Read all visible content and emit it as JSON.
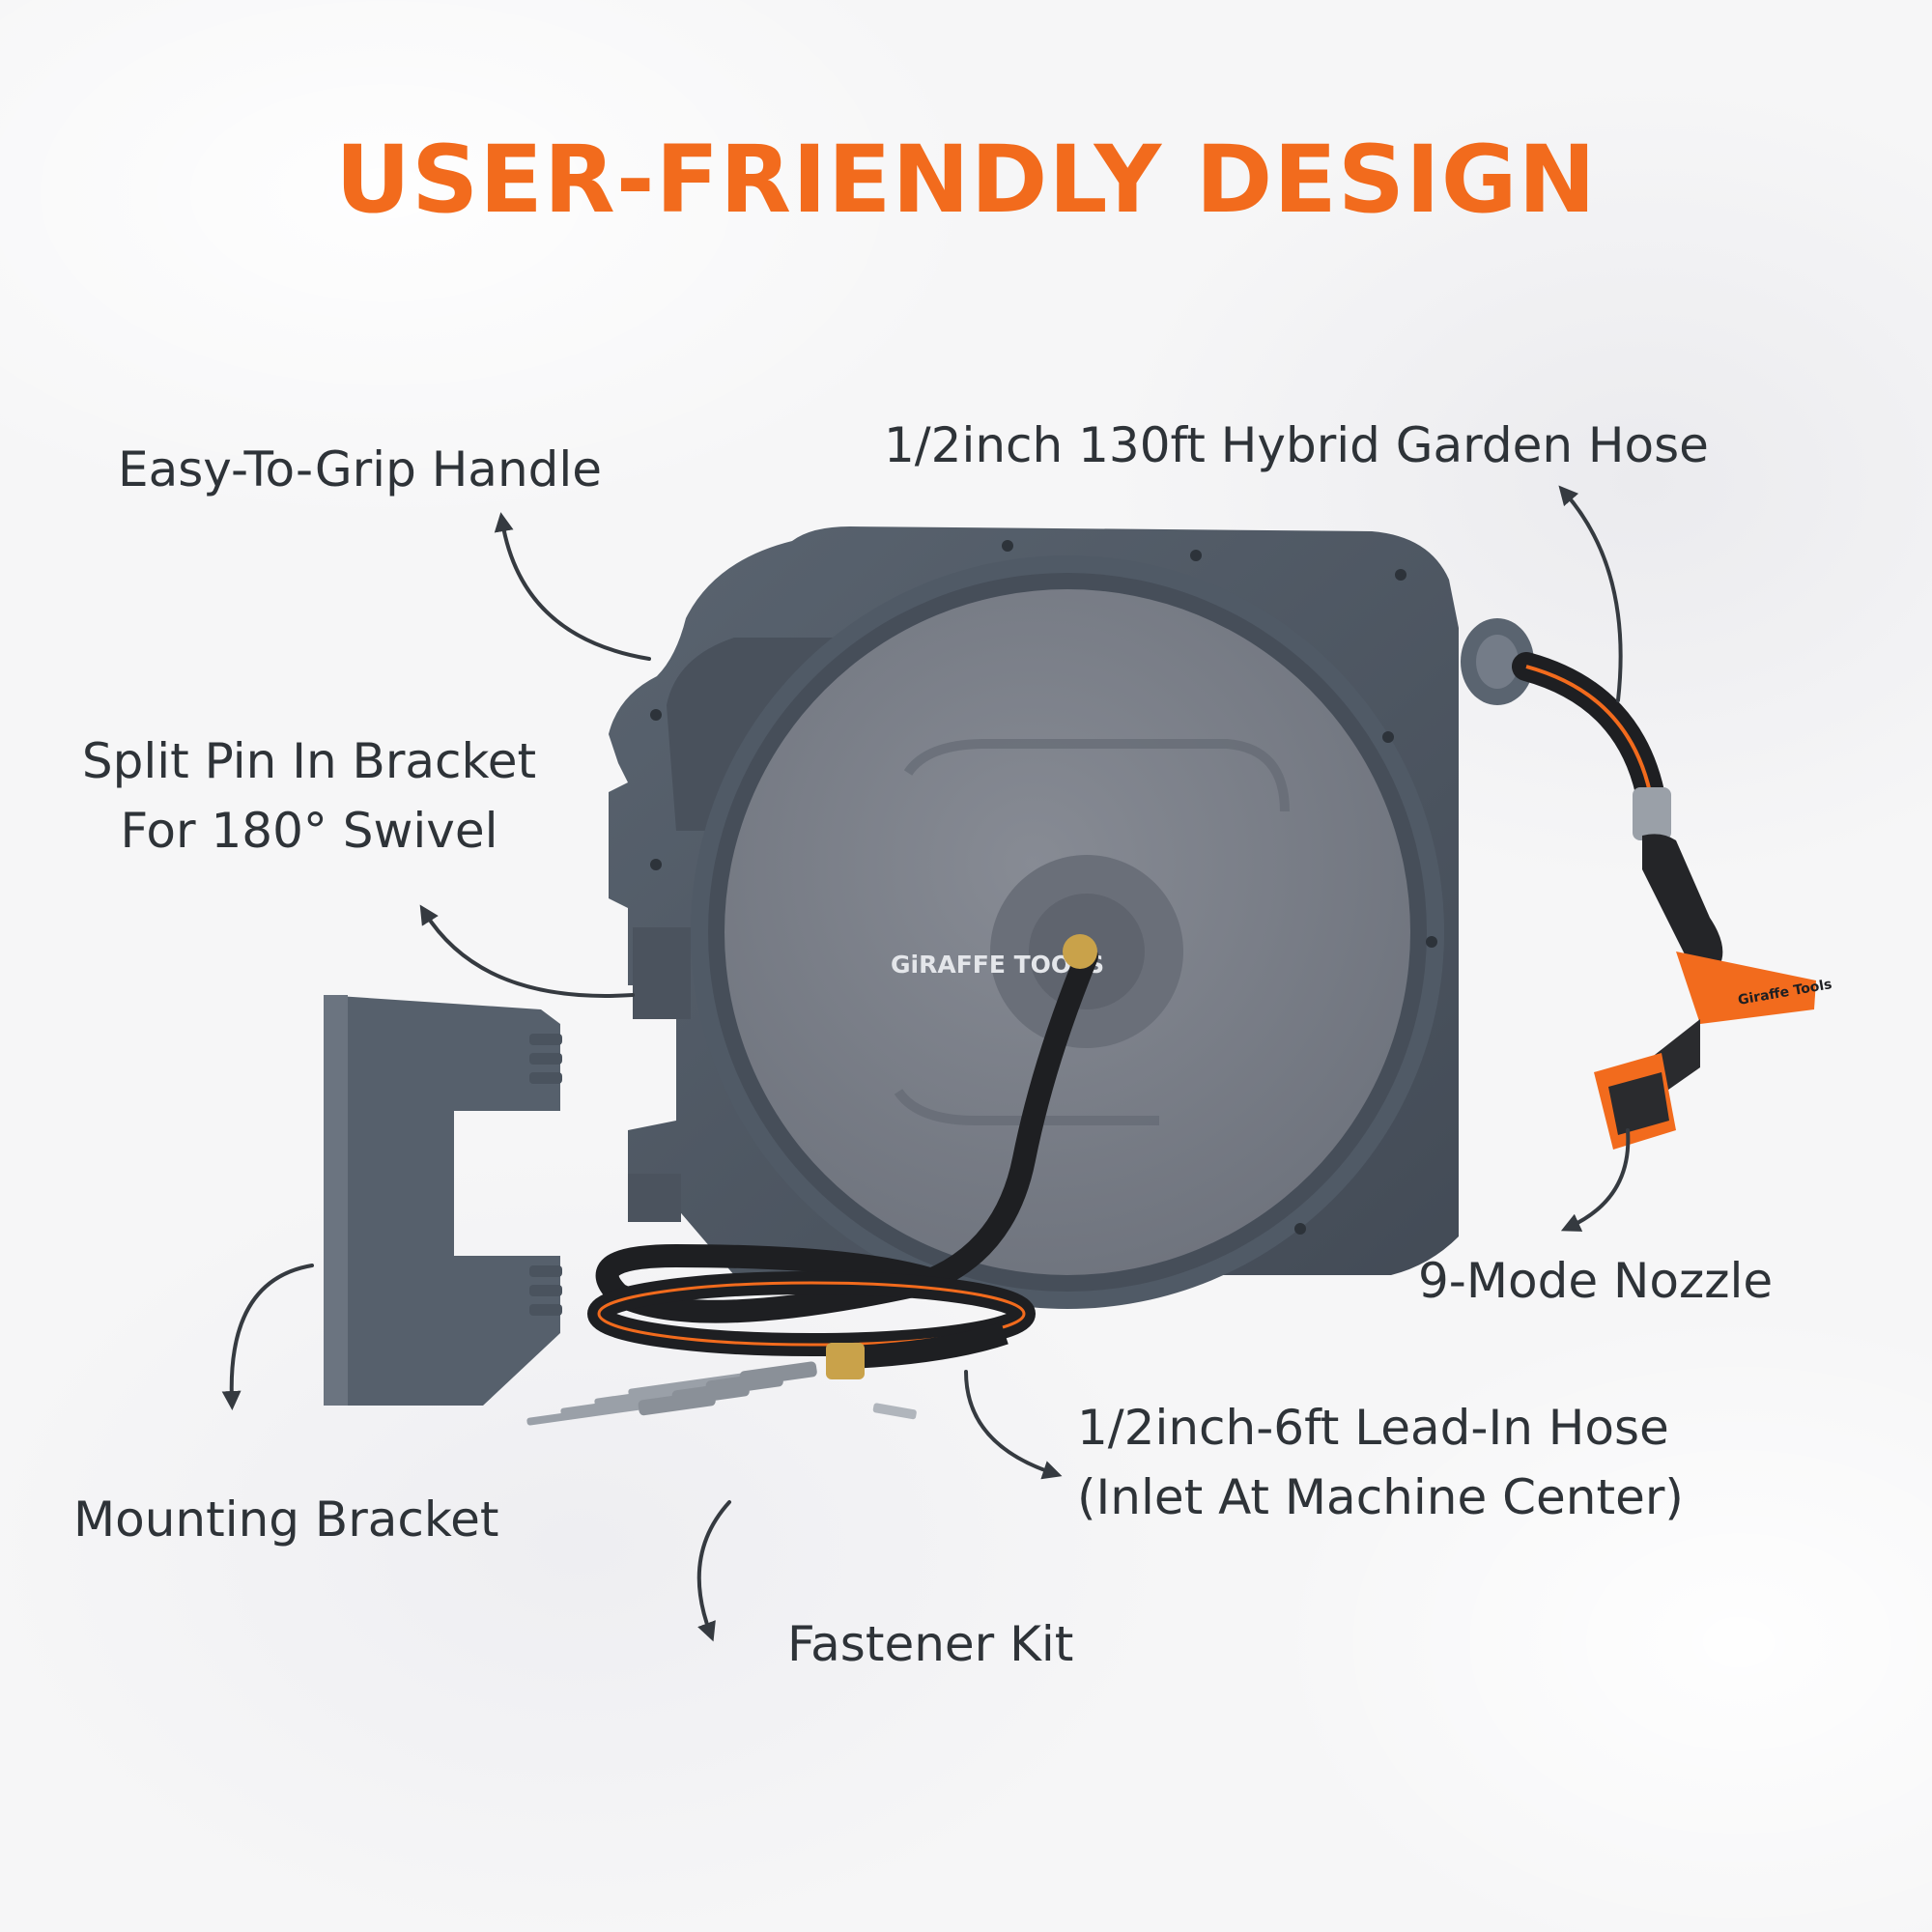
{
  "headline": "USER-FRIENDLY DESIGN",
  "callouts": {
    "handle": "Easy-To-Grip Handle",
    "hose": "1/2inch 130ft Hybrid Garden Hose",
    "split_pin_line1": "Split Pin In Bracket",
    "split_pin_line2": "For 180° Swivel",
    "nozzle": "9-Mode Nozzle",
    "lead_in_line1": "1/2inch-6ft Lead-In Hose",
    "lead_in_line2": "(Inlet At Machine Center)",
    "bracket": "Mounting Bracket",
    "fastener": "Fastener Kit"
  },
  "product": {
    "reel_brand": "GiRAFFE TOOLS",
    "nozzle_brand": "Giraffe Tools"
  },
  "colors": {
    "accent": "#f26b1d",
    "text": "#2e3338",
    "reel_body": "#4f5864",
    "reel_face": "#7b808a"
  }
}
